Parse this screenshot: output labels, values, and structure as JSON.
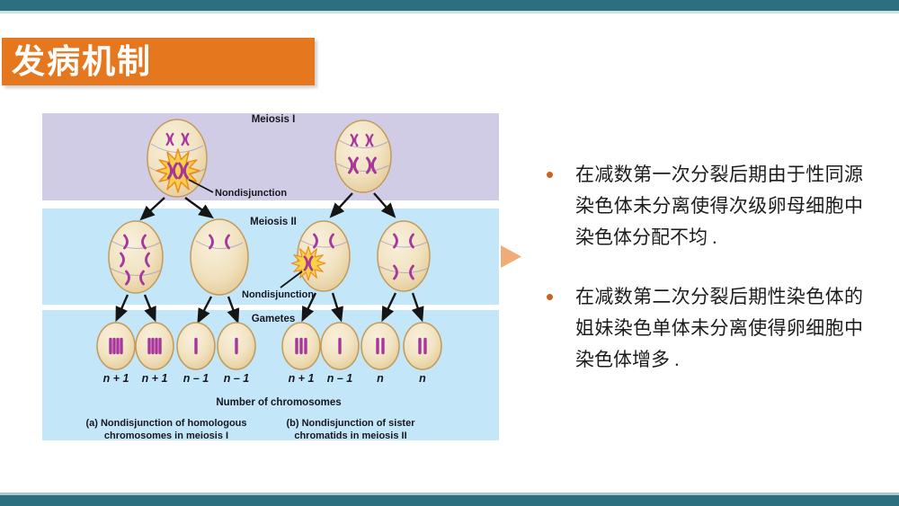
{
  "slide": {
    "title": "发病机制",
    "theme": {
      "bar_teal": "#2D6F7E",
      "accent_orange": "#E5771E",
      "transition_arrow_color": "#F0AB77",
      "bullet_dot_color": "#C9641F"
    },
    "bullets": [
      "在减数第一次分裂后期由于性同源染色体未分离使得次级卵母细胞中染色体分配不均 .",
      "在减数第二次分裂后期性染色体的姐妹染色单体未分离使得卵细胞中染色体增多 ."
    ]
  },
  "diagram": {
    "band_labels": {
      "meiosis_i": "Meiosis I",
      "meiosis_ii": "Meiosis II",
      "gametes": "Gametes"
    },
    "annotations": {
      "nondisjunction_1": "Nondisjunction",
      "nondisjunction_2": "Nondisjunction"
    },
    "gamete_counts": [
      "n + 1",
      "n + 1",
      "n – 1",
      "n – 1",
      "n + 1",
      "n – 1",
      "n",
      "n"
    ],
    "axis_label": "Number of chromosomes",
    "captions": {
      "a_line1": "(a) Nondisjunction of homologous",
      "a_line2": "chromosomes in meiosis I",
      "b_line1": "(b) Nondisjunction of sister",
      "b_line2": "chromatids in meiosis II"
    },
    "band_colors": {
      "meiosis_i_band": "#D1CCE5",
      "meiosis_ii_band": "#C3E7F8",
      "gametes_band": "#C3E7F8"
    }
  }
}
